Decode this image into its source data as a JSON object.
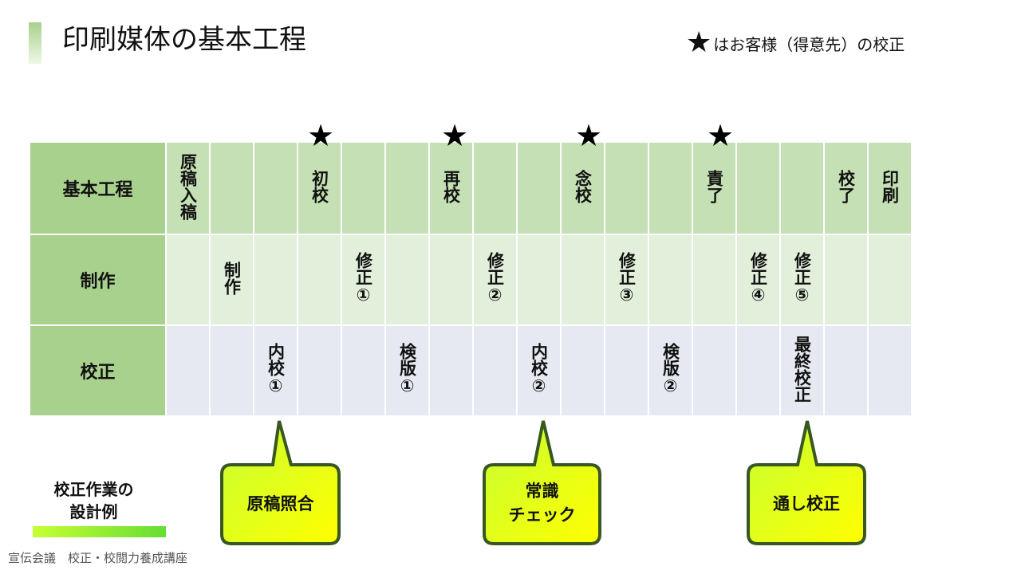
{
  "title": "印刷媒体の基本工程",
  "legend": {
    "icon": "star-icon",
    "star": "★",
    "text": "はお客様（得意先）の校正"
  },
  "rows": [
    {
      "header": "基本工程",
      "cells": [
        "原稿入稿",
        "",
        "",
        "初校",
        "",
        "",
        "再校",
        "",
        "",
        "念校",
        "",
        "",
        "責了",
        "",
        "",
        "校了",
        "印刷"
      ]
    },
    {
      "header": "制作",
      "cells": [
        "",
        "制作",
        "",
        "",
        "修正①",
        "",
        "",
        "修正②",
        "",
        "",
        "修正③",
        "",
        "",
        "修正④",
        "修正⑤",
        "",
        ""
      ]
    },
    {
      "header": "校正",
      "cells": [
        "",
        "",
        "内校①",
        "",
        "",
        "検版①",
        "",
        "",
        "内校②",
        "",
        "",
        "検版②",
        "",
        "",
        "最終校正",
        "",
        ""
      ]
    }
  ],
  "stars": [
    "★",
    "★",
    "★",
    "★"
  ],
  "bubbles": [
    {
      "text": "原稿照合"
    },
    {
      "text": "常識チェック",
      "line1": "常識",
      "line2": "チェック"
    },
    {
      "text": "通し校正"
    }
  ],
  "example_label": {
    "line1": "校正作業の",
    "line2": "設計例"
  },
  "footer": "宣伝会議　校正・校閲力養成講座",
  "colors": {
    "header_col": "#a9d18e",
    "row_kihon": "#c5e0b4",
    "row_seisaku": "#e2efda",
    "row_kousei": "#e6e9f2",
    "bubble_fill_top": "#c6ff33",
    "bubble_fill_bottom": "#ffff00",
    "bubble_border": "#385723"
  }
}
